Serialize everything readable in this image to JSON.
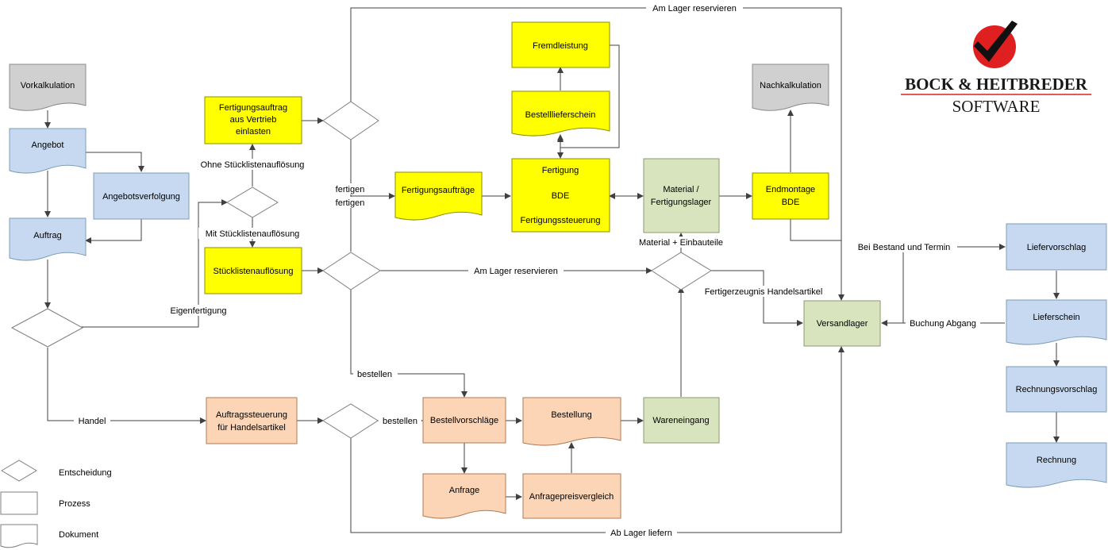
{
  "colors": {
    "blue": "#c6d9f1",
    "blue_stroke": "#7f9db9",
    "yellow": "#ffff00",
    "yellow_stroke": "#8c8c00",
    "green": "#d7e4bd",
    "green_stroke": "#8a9a6c",
    "orange": "#fbd5b5",
    "orange_stroke": "#b07a55",
    "gray": "#d0d0d0",
    "gray_stroke": "#8c8c8c",
    "logo_red": "#e02020"
  },
  "logo": {
    "line1": "BOCK & HEITBREDER",
    "line2": "SOFTWARE"
  },
  "nodes": {
    "vorkalkulation": "Vorkalkulation",
    "angebot": "Angebot",
    "angebotsverfolgung": "Angebotsverfolgung",
    "auftrag": "Auftrag",
    "fa_line1": "Fertigungsauftrag",
    "fa_line2": "aus Vertrieb",
    "fa_line3": "einlasten",
    "stuecklistenaufloesung": "Stücklistenauflösung",
    "fremdleistung": "Fremdleistung",
    "bestelllieferschein": "Bestelllieferschein",
    "fertigungsauftraege": "Fertigungsaufträge",
    "fertigung_line1": "Fertigung",
    "fertigung_line2": "BDE",
    "fertigung_line3": "Fertigungssteuerung",
    "material_line1": "Material /",
    "material_line2": "Fertigungslager",
    "endmontage_line1": "Endmontage",
    "endmontage_line2": "BDE",
    "nachkalkulation": "Nachkalkulation",
    "versandlager": "Versandlager",
    "liefervorschlag": "Liefervorschlag",
    "lieferschein": "Lieferschein",
    "rechnungsvorschlag": "Rechnungsvorschlag",
    "rechnung": "Rechnung",
    "as_line1": "Auftragssteuerung",
    "as_line2": "für Handelsartikel",
    "bestellvorschlaege": "Bestellvorschläge",
    "bestellung": "Bestellung",
    "wareneingang": "Wareneingang",
    "anfrage": "Anfrage",
    "anfragepreisvergleich": "Anfragepreisvergleich"
  },
  "edges": {
    "am_lager_top": "Am Lager reservieren",
    "ohne": "Ohne Stücklistenauflösung",
    "mit": "Mit Stücklistenauflösung",
    "fertigen1": "fertigen",
    "fertigen2": "fertigen",
    "eigenfertigung": "Eigenfertigung",
    "am_lager_mid": "Am Lager reservieren",
    "material_einbau": "Material + Einbauteile",
    "fertigerzeugnis": "Fertigerzeugnis Handelsartikel",
    "bestand": "Bei Bestand und Termin",
    "buchung": "Buchung Abgang",
    "bestellen1": "bestellen",
    "bestellen2": "bestellen",
    "handel": "Handel",
    "ab_lager": "Ab Lager liefern"
  },
  "legend": {
    "entscheidung": "Entscheidung",
    "prozess": "Prozess",
    "dokument": "Dokument"
  }
}
